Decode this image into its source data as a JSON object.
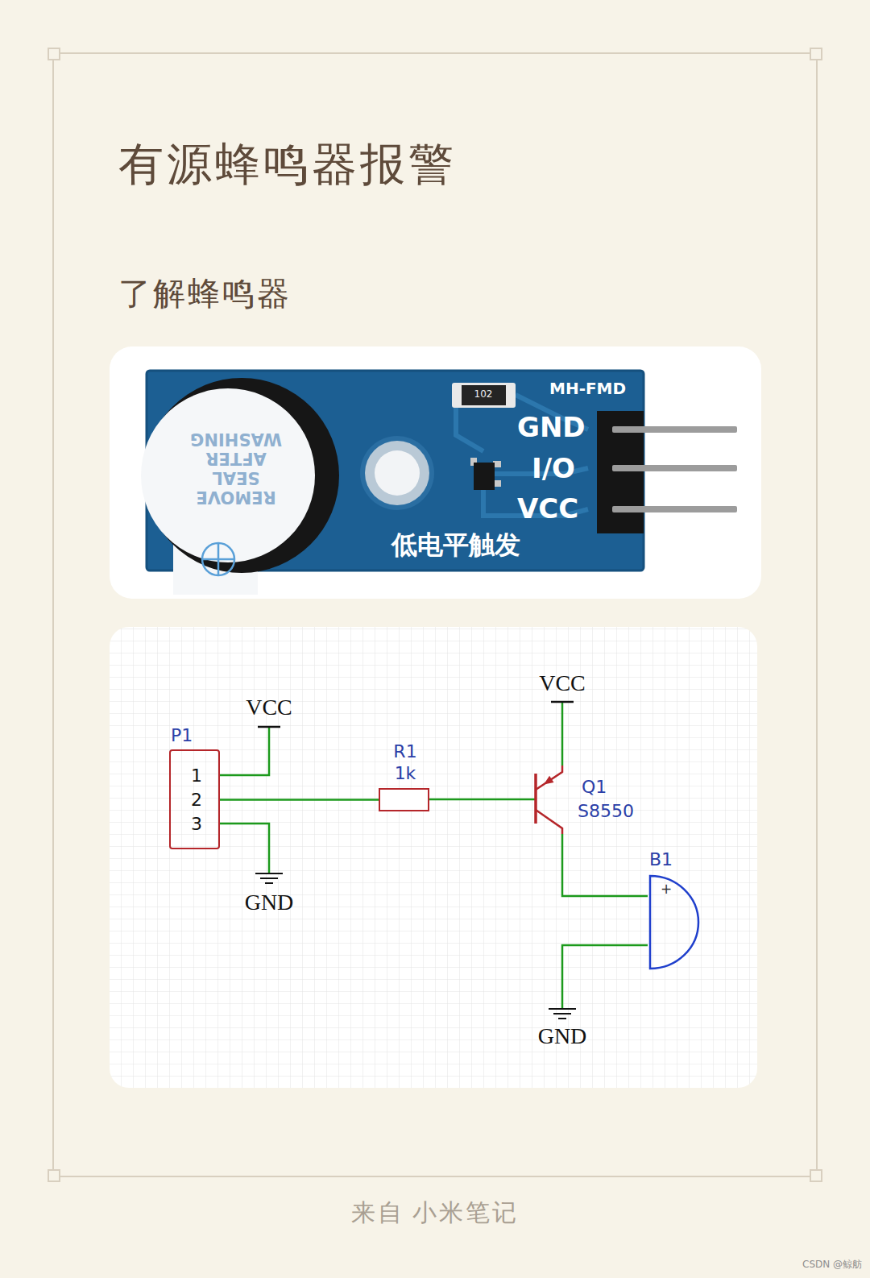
{
  "diagram": {
    "title": "有源蜂鸣器报警",
    "caption": "来自 小米笔记",
    "nodes": [
      {
        "text": [
          "P1",
          "1",
          "2",
          "3"
        ]
      },
      {
        "text": [
          "R1",
          "1k"
        ]
      },
      {
        "text": [
          "Q1",
          "S8550"
        ]
      },
      {
        "text": [
          "B1",
          "+"
        ]
      }
    ],
    "edges": [
      {
        "from": 0,
        "to": 1,
        "arrow": "none"
      },
      {
        "from": 1,
        "to": 2,
        "arrow": "none"
      },
      {
        "from": 2,
        "to": 3,
        "arrow": "none"
      }
    ],
    "labels": [
      "了解蜂鸣器",
      "REMOVE SEAL AFTER WASHING",
      "102",
      "MH-FMD",
      "GND",
      "I/O",
      "VCC",
      "低电平触发",
      "VCC",
      "GND",
      "VCC",
      "GND",
      "CSDN @鲸舫"
    ]
  }
}
